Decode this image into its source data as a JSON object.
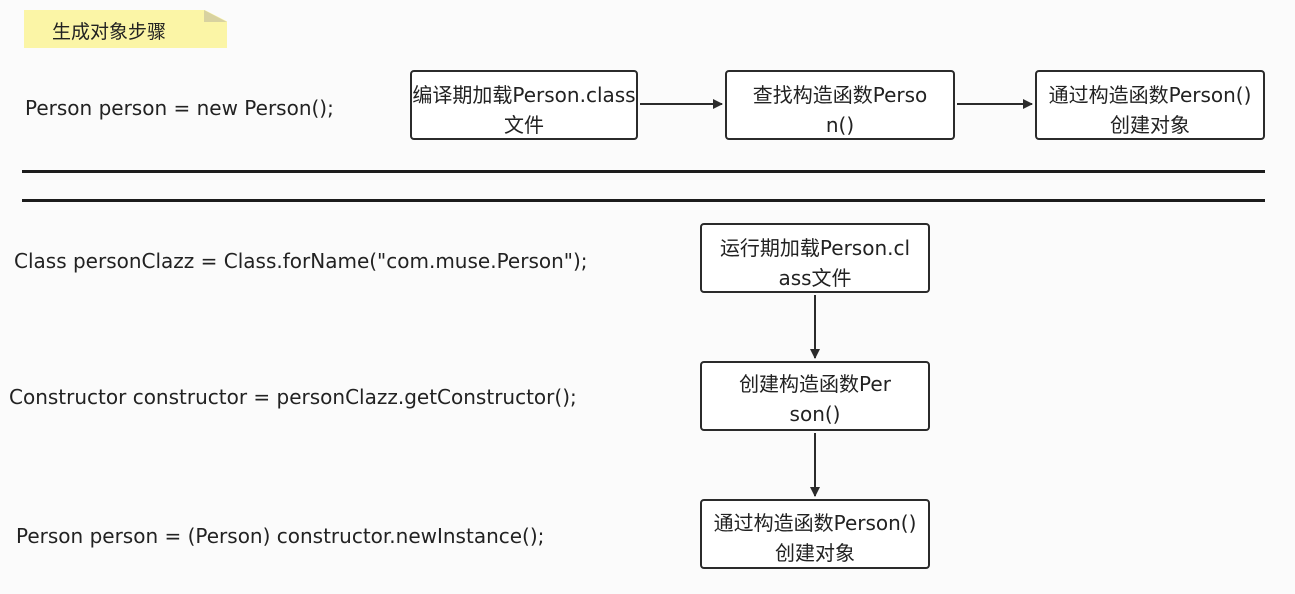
{
  "note": {
    "title": "生成对象步骤"
  },
  "section1": {
    "code": "Person person = new Person();",
    "steps": [
      "编译期加载Person.class文件",
      "查找构造函数Person()",
      "通过构造函数Person()创建对象"
    ]
  },
  "section2": {
    "code": [
      "Class personClazz = Class.forName(\"com.muse.Person\");",
      "Constructor constructor = personClazz.getConstructor();",
      "Person person = (Person) constructor.newInstance();"
    ],
    "steps": [
      "运行期加载Person.class文件",
      "创建构造函数Person()",
      "通过构造函数Person()创建对象"
    ]
  }
}
